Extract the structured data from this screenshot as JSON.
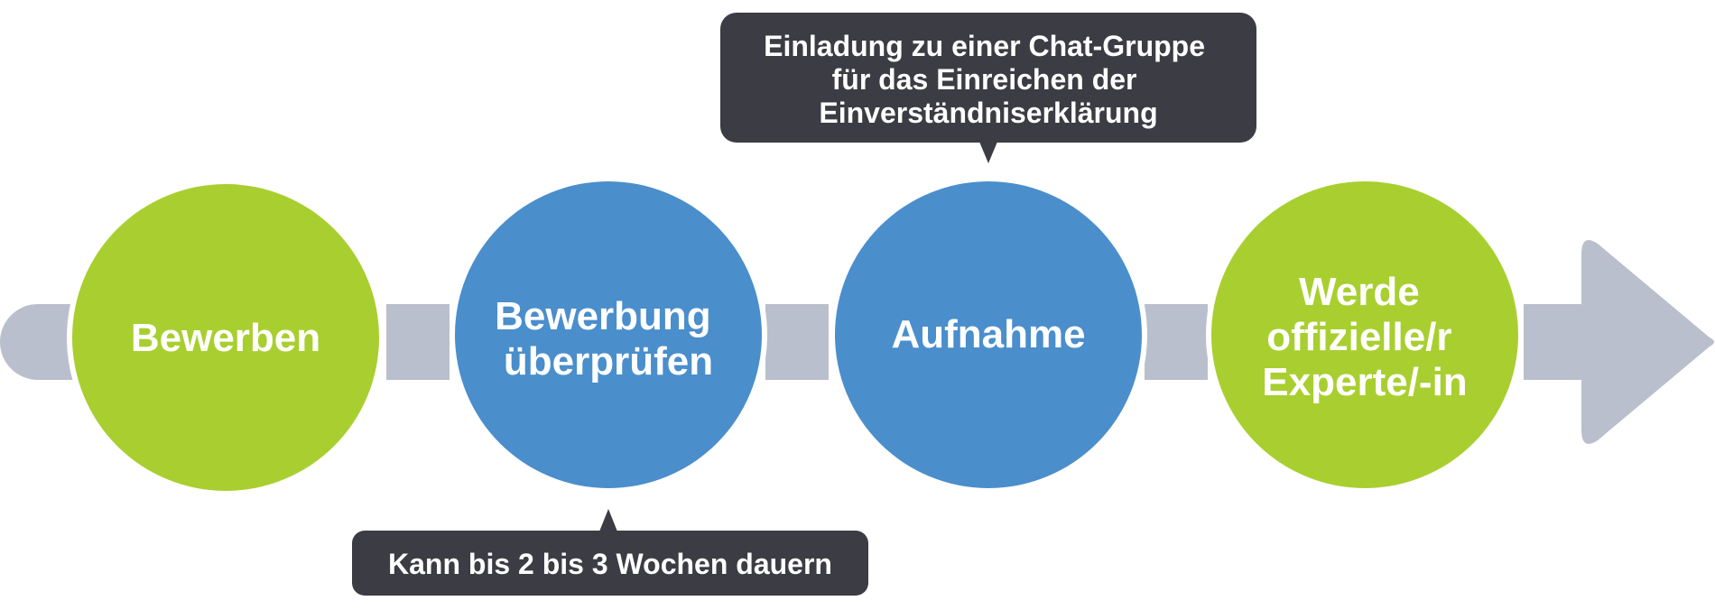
{
  "colors": {
    "connector": "#b9bfcc",
    "green": "#a8cf2f",
    "blue": "#4a8ecc",
    "callout": "#3c3c44",
    "text": "#ffffff"
  },
  "steps": [
    {
      "lines": [
        "Bewerben"
      ],
      "color": "green"
    },
    {
      "lines": [
        "Bewerbung",
        "überprüfen"
      ],
      "color": "blue"
    },
    {
      "lines": [
        "Aufnahme"
      ],
      "color": "blue"
    },
    {
      "lines": [
        "Werde",
        "offizielle/r",
        "Experte/-in"
      ],
      "color": "green"
    }
  ],
  "callouts": {
    "top": {
      "lines": [
        "Einladung zu einer Chat-Gruppe",
        "für das Einreichen der",
        "Einverständniserklärung"
      ],
      "attached_to_step": 3
    },
    "bottom": {
      "lines": [
        "Kann bis 2 bis 3 Wochen dauern"
      ],
      "attached_to_step": 2
    }
  }
}
